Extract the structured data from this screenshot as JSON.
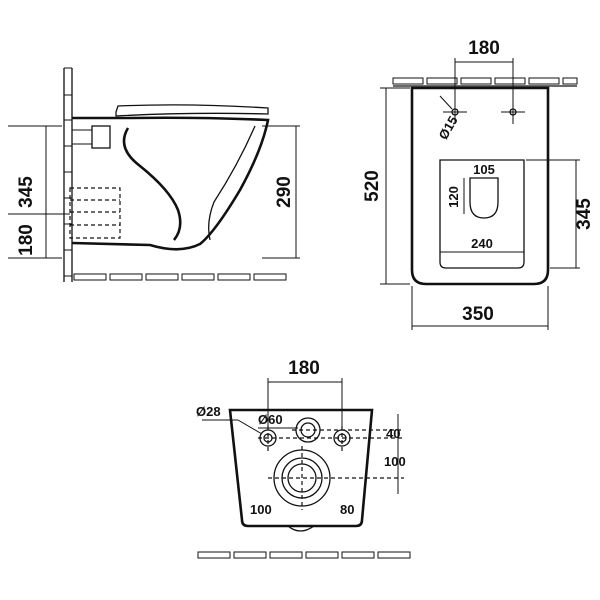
{
  "side_view": {
    "height_total": "345",
    "height_bowl": "290",
    "height_outlet": "180"
  },
  "top_view": {
    "inlet_spacing": "180",
    "inlet_diameter": "Ø15",
    "length": "520",
    "width": "350",
    "height": "345",
    "seat_width": "105",
    "seat_height": "120",
    "opening_width": "240"
  },
  "rear_view": {
    "bolt_spacing": "180",
    "bolt_diameter": "Ø28",
    "inlet_diameter": "Ø60",
    "dim_40": "40",
    "dim_100_right": "100",
    "dim_100_left": "100",
    "dim_80": "80"
  }
}
